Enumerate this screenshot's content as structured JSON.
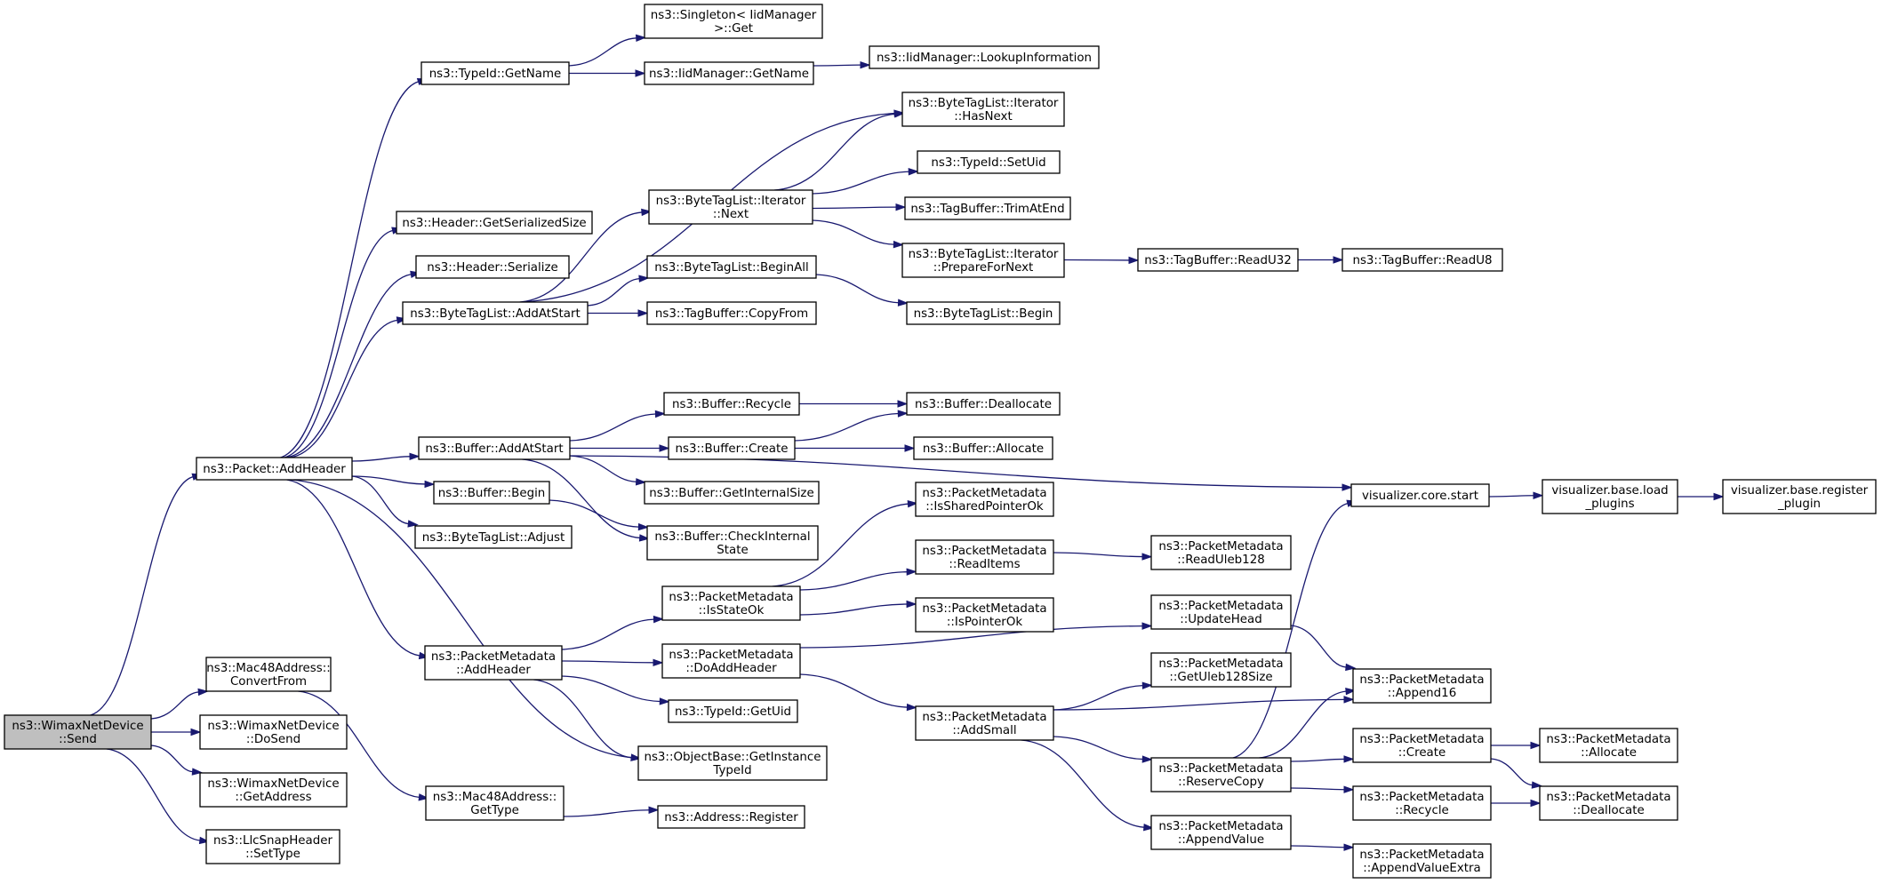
{
  "colors": {
    "edge": "#191970",
    "root_fill": "#bfbfbf",
    "node_fill": "#ffffff",
    "node_stroke": "#000000"
  },
  "nodes": [
    {
      "id": "send",
      "lines": [
        "ns3::WimaxNetDevice",
        "::Send"
      ],
      "root": true
    },
    {
      "id": "addheader",
      "lines": [
        "ns3::Packet::AddHeader"
      ]
    },
    {
      "id": "convertfrom",
      "lines": [
        "ns3::Mac48Address::",
        "ConvertFrom"
      ]
    },
    {
      "id": "dosend",
      "lines": [
        "ns3::WimaxNetDevice",
        "::DoSend"
      ]
    },
    {
      "id": "getaddress",
      "lines": [
        "ns3::WimaxNetDevice",
        "::GetAddress"
      ]
    },
    {
      "id": "settype",
      "lines": [
        "ns3::LlcSnapHeader",
        "::SetType"
      ]
    },
    {
      "id": "typeid_getname",
      "lines": [
        "ns3::TypeId::GetName"
      ]
    },
    {
      "id": "header_getsize",
      "lines": [
        "ns3::Header::GetSerializedSize"
      ]
    },
    {
      "id": "header_serialize",
      "lines": [
        "ns3::Header::Serialize"
      ]
    },
    {
      "id": "btl_addatstart",
      "lines": [
        "ns3::ByteTagList::AddAtStart"
      ]
    },
    {
      "id": "buf_addatstart",
      "lines": [
        "ns3::Buffer::AddAtStart"
      ]
    },
    {
      "id": "buf_begin",
      "lines": [
        "ns3::Buffer::Begin"
      ]
    },
    {
      "id": "btl_adjust",
      "lines": [
        "ns3::ByteTagList::Adjust"
      ]
    },
    {
      "id": "pm_addheader",
      "lines": [
        "ns3::PacketMetadata",
        "::AddHeader"
      ]
    },
    {
      "id": "mac_gettype",
      "lines": [
        "ns3::Mac48Address::",
        "GetType"
      ]
    },
    {
      "id": "singleton_get",
      "lines": [
        "ns3::Singleton< IidManager",
        ">::Get"
      ]
    },
    {
      "id": "iid_getname",
      "lines": [
        "ns3::IidManager::GetName"
      ]
    },
    {
      "id": "iid_lookup",
      "lines": [
        "ns3::IidManager::LookupInformation"
      ]
    },
    {
      "id": "btl_it_next",
      "lines": [
        "ns3::ByteTagList::Iterator",
        "::Next"
      ]
    },
    {
      "id": "btl_beginall",
      "lines": [
        "ns3::ByteTagList::BeginAll"
      ]
    },
    {
      "id": "tb_copyfrom",
      "lines": [
        "ns3::TagBuffer::CopyFrom"
      ]
    },
    {
      "id": "btl_it_hasnext",
      "lines": [
        "ns3::ByteTagList::Iterator",
        "::HasNext"
      ]
    },
    {
      "id": "typeid_setuid",
      "lines": [
        "ns3::TypeId::SetUid"
      ]
    },
    {
      "id": "tb_trimatend",
      "lines": [
        "ns3::TagBuffer::TrimAtEnd"
      ]
    },
    {
      "id": "btl_it_prepare",
      "lines": [
        "ns3::ByteTagList::Iterator",
        "::PrepareForNext"
      ]
    },
    {
      "id": "btl_begin",
      "lines": [
        "ns3::ByteTagList::Begin"
      ]
    },
    {
      "id": "tb_readu32",
      "lines": [
        "ns3::TagBuffer::ReadU32"
      ]
    },
    {
      "id": "tb_readu8",
      "lines": [
        "ns3::TagBuffer::ReadU8"
      ]
    },
    {
      "id": "buf_recycle",
      "lines": [
        "ns3::Buffer::Recycle"
      ]
    },
    {
      "id": "buf_create",
      "lines": [
        "ns3::Buffer::Create"
      ]
    },
    {
      "id": "buf_getinternalsize",
      "lines": [
        "ns3::Buffer::GetInternalSize"
      ]
    },
    {
      "id": "buf_checkinternal",
      "lines": [
        "ns3::Buffer::CheckInternal",
        "State"
      ]
    },
    {
      "id": "buf_deallocate",
      "lines": [
        "ns3::Buffer::Deallocate"
      ]
    },
    {
      "id": "buf_allocate",
      "lines": [
        "ns3::Buffer::Allocate"
      ]
    },
    {
      "id": "vis_core_start",
      "lines": [
        "visualizer.core.start"
      ]
    },
    {
      "id": "vis_load_plugins",
      "lines": [
        "visualizer.base.load",
        "_plugins"
      ]
    },
    {
      "id": "vis_register_plugin",
      "lines": [
        "visualizer.base.register",
        "_plugin"
      ]
    },
    {
      "id": "pm_isstateok",
      "lines": [
        "ns3::PacketMetadata",
        "::IsStateOk"
      ]
    },
    {
      "id": "pm_doaddheader",
      "lines": [
        "ns3::PacketMetadata",
        "::DoAddHeader"
      ]
    },
    {
      "id": "typeid_getuid",
      "lines": [
        "ns3::TypeId::GetUid"
      ]
    },
    {
      "id": "objbase_getinstancetypeid",
      "lines": [
        "ns3::ObjectBase::GetInstance",
        "TypeId"
      ]
    },
    {
      "id": "addr_register",
      "lines": [
        "ns3::Address::Register"
      ]
    },
    {
      "id": "pm_issharedpointerok",
      "lines": [
        "ns3::PacketMetadata",
        "::IsSharedPointerOk"
      ]
    },
    {
      "id": "pm_readitems",
      "lines": [
        "ns3::PacketMetadata",
        "::ReadItems"
      ]
    },
    {
      "id": "pm_ispointerok",
      "lines": [
        "ns3::PacketMetadata",
        "::IsPointerOk"
      ]
    },
    {
      "id": "pm_readuleb128",
      "lines": [
        "ns3::PacketMetadata",
        "::ReadUleb128"
      ]
    },
    {
      "id": "pm_addsmall",
      "lines": [
        "ns3::PacketMetadata",
        "::AddSmall"
      ]
    },
    {
      "id": "pm_updatehead",
      "lines": [
        "ns3::PacketMetadata",
        "::UpdateHead"
      ]
    },
    {
      "id": "pm_getuleb128size",
      "lines": [
        "ns3::PacketMetadata",
        "::GetUleb128Size"
      ]
    },
    {
      "id": "pm_reservecopy",
      "lines": [
        "ns3::PacketMetadata",
        "::ReserveCopy"
      ]
    },
    {
      "id": "pm_appendvalue",
      "lines": [
        "ns3::PacketMetadata",
        "::AppendValue"
      ]
    },
    {
      "id": "pm_append16",
      "lines": [
        "ns3::PacketMetadata",
        "::Append16"
      ]
    },
    {
      "id": "pm_create",
      "lines": [
        "ns3::PacketMetadata",
        "::Create"
      ]
    },
    {
      "id": "pm_recycle",
      "lines": [
        "ns3::PacketMetadata",
        "::Recycle"
      ]
    },
    {
      "id": "pm_appendvalueextra",
      "lines": [
        "ns3::PacketMetadata",
        "::AppendValueExtra"
      ]
    },
    {
      "id": "pm_allocate",
      "lines": [
        "ns3::PacketMetadata",
        "::Allocate"
      ]
    },
    {
      "id": "pm_deallocate",
      "lines": [
        "ns3::PacketMetadata",
        "::Deallocate"
      ]
    }
  ],
  "edges": [
    [
      "send",
      "addheader"
    ],
    [
      "send",
      "convertfrom"
    ],
    [
      "send",
      "dosend"
    ],
    [
      "send",
      "getaddress"
    ],
    [
      "send",
      "settype"
    ],
    [
      "addheader",
      "typeid_getname"
    ],
    [
      "addheader",
      "header_getsize"
    ],
    [
      "addheader",
      "header_serialize"
    ],
    [
      "addheader",
      "btl_addatstart"
    ],
    [
      "addheader",
      "buf_addatstart"
    ],
    [
      "addheader",
      "buf_begin"
    ],
    [
      "addheader",
      "btl_adjust"
    ],
    [
      "addheader",
      "pm_addheader"
    ],
    [
      "addheader",
      "objbase_getinstancetypeid"
    ],
    [
      "convertfrom",
      "mac_gettype"
    ],
    [
      "mac_gettype",
      "addr_register"
    ],
    [
      "typeid_getname",
      "singleton_get"
    ],
    [
      "typeid_getname",
      "iid_getname"
    ],
    [
      "iid_getname",
      "iid_lookup"
    ],
    [
      "btl_addatstart",
      "btl_it_hasnext"
    ],
    [
      "btl_addatstart",
      "btl_it_next"
    ],
    [
      "btl_addatstart",
      "btl_beginall"
    ],
    [
      "btl_addatstart",
      "tb_copyfrom"
    ],
    [
      "btl_it_next",
      "btl_it_hasnext"
    ],
    [
      "btl_it_next",
      "typeid_setuid"
    ],
    [
      "btl_it_next",
      "tb_trimatend"
    ],
    [
      "btl_it_next",
      "btl_it_prepare"
    ],
    [
      "btl_it_prepare",
      "tb_readu32"
    ],
    [
      "tb_readu32",
      "tb_readu8"
    ],
    [
      "btl_beginall",
      "btl_begin"
    ],
    [
      "buf_addatstart",
      "vis_core_start"
    ],
    [
      "buf_addatstart",
      "buf_recycle"
    ],
    [
      "buf_addatstart",
      "buf_create"
    ],
    [
      "buf_addatstart",
      "buf_getinternalsize"
    ],
    [
      "buf_addatstart",
      "buf_checkinternal"
    ],
    [
      "buf_recycle",
      "buf_deallocate"
    ],
    [
      "buf_create",
      "buf_deallocate"
    ],
    [
      "buf_create",
      "buf_allocate"
    ],
    [
      "buf_begin",
      "buf_checkinternal"
    ],
    [
      "vis_core_start",
      "vis_load_plugins"
    ],
    [
      "vis_load_plugins",
      "vis_register_plugin"
    ],
    [
      "pm_addheader",
      "pm_isstateok"
    ],
    [
      "pm_addheader",
      "pm_doaddheader"
    ],
    [
      "pm_addheader",
      "typeid_getuid"
    ],
    [
      "pm_addheader",
      "objbase_getinstancetypeid"
    ],
    [
      "pm_isstateok",
      "pm_issharedpointerok"
    ],
    [
      "pm_isstateok",
      "pm_readitems"
    ],
    [
      "pm_isstateok",
      "pm_ispointerok"
    ],
    [
      "pm_readitems",
      "pm_readuleb128"
    ],
    [
      "pm_doaddheader",
      "pm_updatehead"
    ],
    [
      "pm_doaddheader",
      "pm_addsmall"
    ],
    [
      "pm_updatehead",
      "pm_append16"
    ],
    [
      "pm_addsmall",
      "pm_getuleb128size"
    ],
    [
      "pm_addsmall",
      "pm_append16"
    ],
    [
      "pm_addsmall",
      "pm_reservecopy"
    ],
    [
      "pm_addsmall",
      "pm_appendvalue"
    ],
    [
      "pm_reservecopy",
      "vis_core_start"
    ],
    [
      "pm_reservecopy",
      "pm_append16"
    ],
    [
      "pm_reservecopy",
      "pm_create"
    ],
    [
      "pm_reservecopy",
      "pm_recycle"
    ],
    [
      "pm_appendvalue",
      "pm_appendvalueextra"
    ],
    [
      "pm_create",
      "pm_allocate"
    ],
    [
      "pm_create",
      "pm_deallocate"
    ],
    [
      "pm_recycle",
      "pm_deallocate"
    ]
  ]
}
